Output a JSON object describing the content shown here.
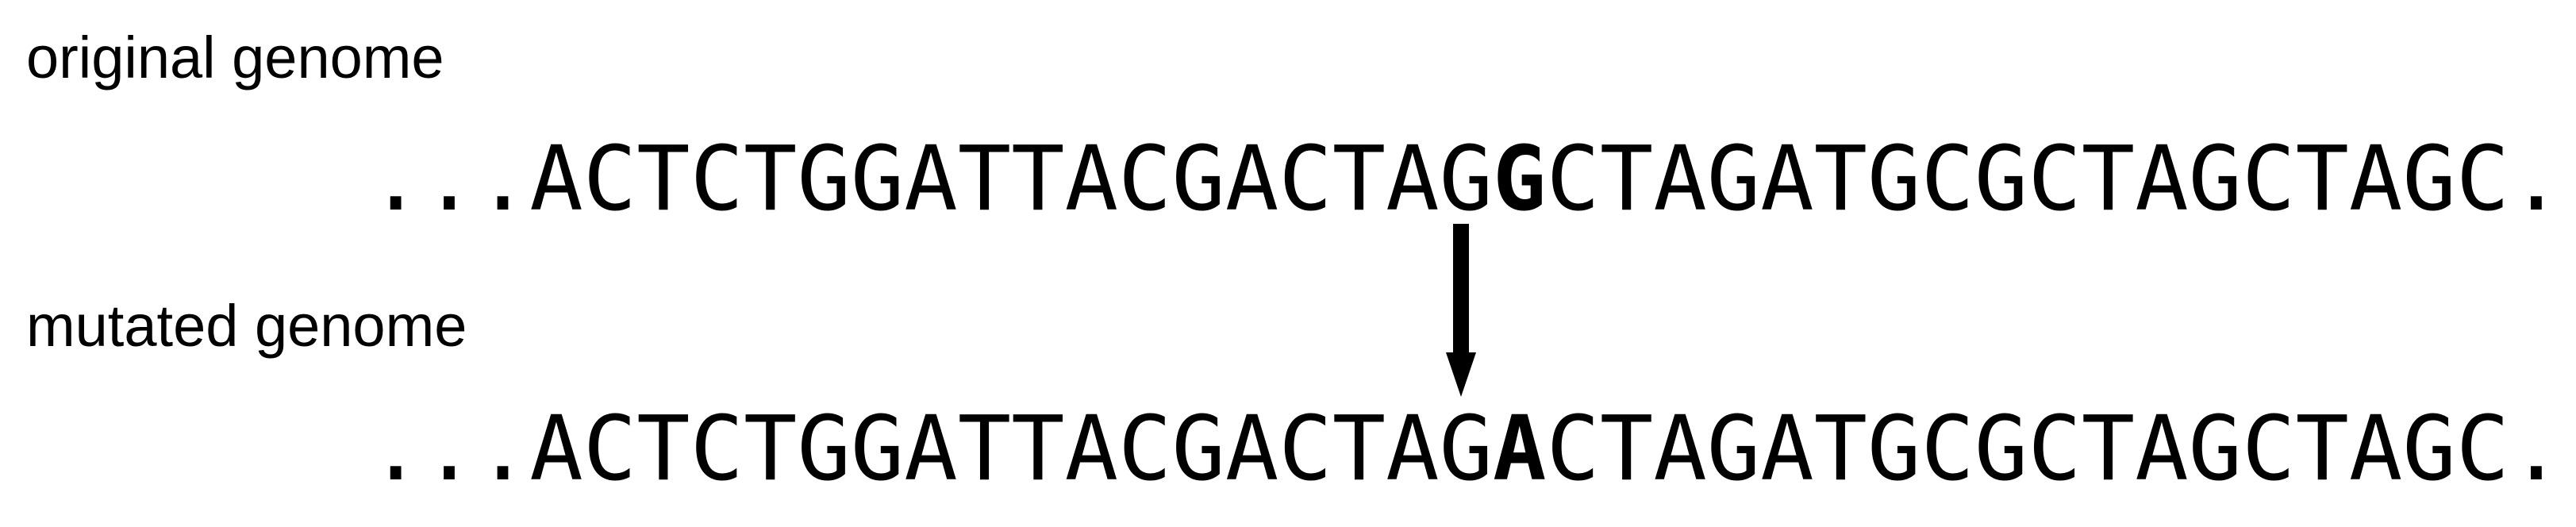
{
  "original": {
    "label": "original genome",
    "prefix": "...ACTCTGGATTACGACTAG",
    "base": "G",
    "suffix": "CTAGATGCGCTAGCTAGC..."
  },
  "mutated": {
    "label": "mutated genome",
    "prefix": "...ACTCTGGATTACGACTAG",
    "base": "A",
    "suffix": "CTAGATGCGCTAGCTAGC..."
  },
  "colors": {
    "text": "#000000",
    "arrow": "#000000",
    "background": "#ffffff"
  }
}
